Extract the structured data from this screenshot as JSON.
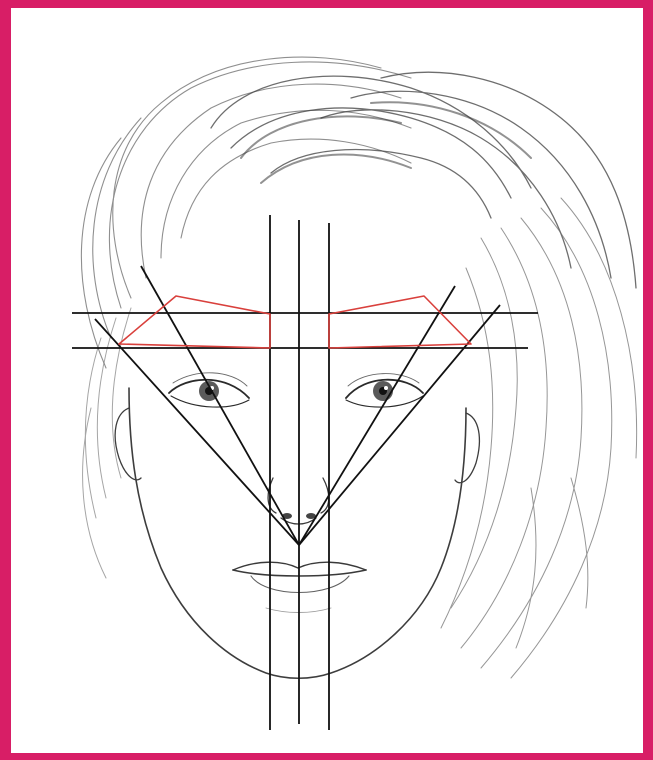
{
  "colors": {
    "frame": "#d81e66",
    "canvas": "#ffffff",
    "guide_lines": "#111111",
    "brow_outline": "#d9403c",
    "sketch": "#555555"
  },
  "figure": {
    "subject": "eyebrow-mapping-face-sketch",
    "vertical_guides": 3,
    "horizontal_guides": 2,
    "diagonal_guides": 4,
    "brow_outlines": 2
  }
}
